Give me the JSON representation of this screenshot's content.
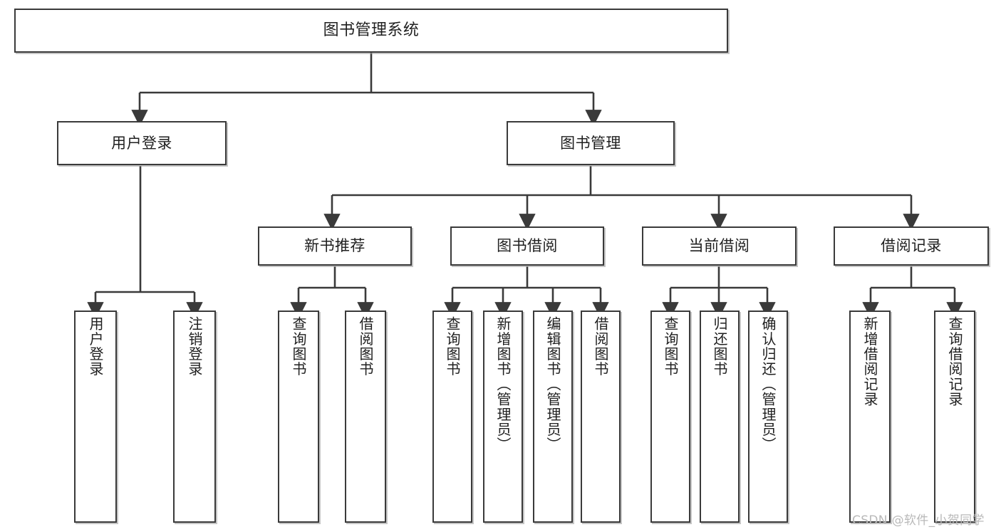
{
  "diagram": {
    "title": "图书管理系统",
    "type": "tree-hierarchy",
    "root": {
      "label": "图书管理系统"
    },
    "level2": [
      {
        "label": "用户登录"
      },
      {
        "label": "图书管理"
      }
    ],
    "level3": [
      {
        "label": "新书推荐"
      },
      {
        "label": "图书借阅"
      },
      {
        "label": "当前借阅"
      },
      {
        "label": "借阅记录"
      }
    ],
    "leaves": {
      "user_login": [
        {
          "label": "用户登录"
        },
        {
          "label": "注销登录"
        }
      ],
      "new_book": [
        {
          "label": "查询图书"
        },
        {
          "label": "借阅图书"
        }
      ],
      "book_borrow": [
        {
          "label": "查询图书"
        },
        {
          "label": "新增图书（管理员）"
        },
        {
          "label": "编辑图书（管理员）"
        },
        {
          "label": "借阅图书"
        }
      ],
      "current_borrow": [
        {
          "label": "查询图书"
        },
        {
          "label": "归还图书"
        },
        {
          "label": "确认归还（管理员）"
        }
      ],
      "borrow_record": [
        {
          "label": "新增借阅记录"
        },
        {
          "label": "查询借阅记录"
        }
      ]
    }
  },
  "watermark": {
    "text": "CSDN @软件_小贺同学"
  },
  "colors": {
    "stroke": "#3a3a3a",
    "background": "#ffffff",
    "text": "#1f1f1f",
    "watermark": "#b9b9b9"
  }
}
